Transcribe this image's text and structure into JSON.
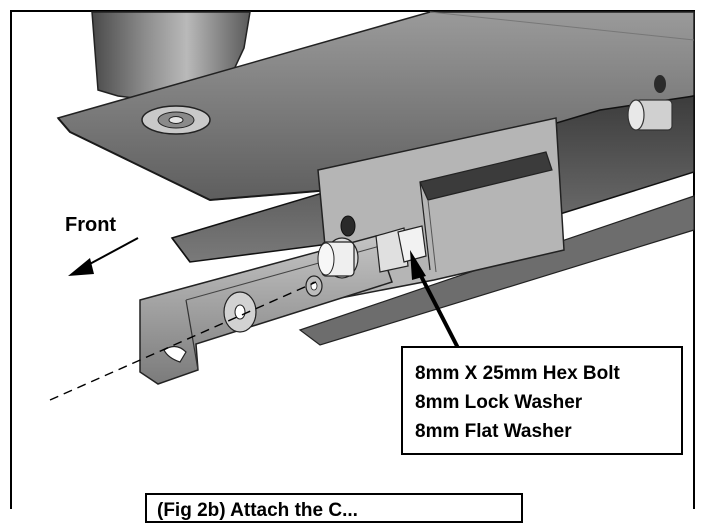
{
  "labels": {
    "front": "Front",
    "hardware": [
      "8mm X 25mm Hex Bolt",
      "8mm Lock Washer",
      "8mm Flat Washer"
    ],
    "caption": "(Fig 2b) Attach the C..."
  },
  "colors": {
    "frame": "#000000",
    "metal_dark": "#2e2e2e",
    "metal_mid": "#6b6b6b",
    "metal_light": "#a8a8a8",
    "metal_highlight": "#d9d9d9",
    "background": "#ffffff"
  },
  "icons": [
    "arrow-front-icon",
    "pointer-arrow-icon",
    "dashed-assembly-line-icon"
  ]
}
